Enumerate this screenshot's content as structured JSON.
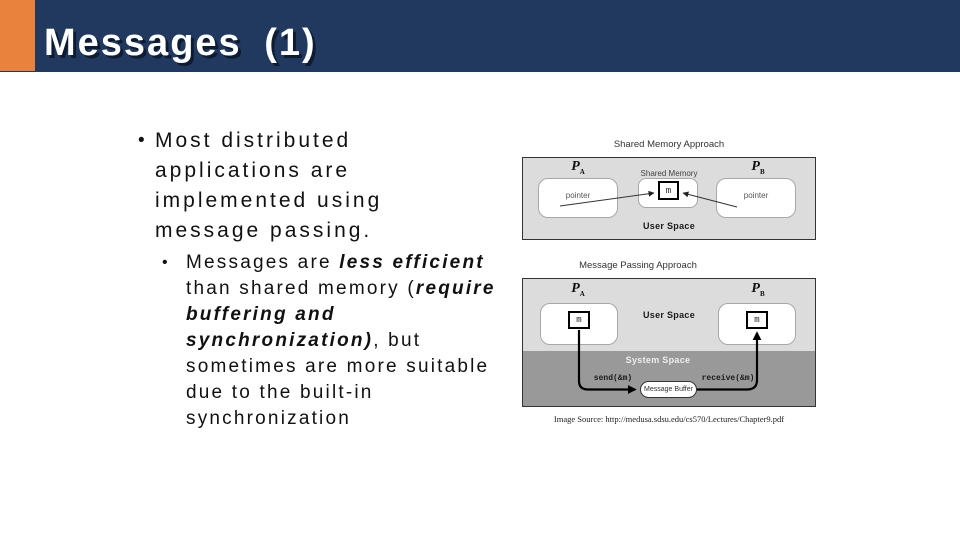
{
  "slide": {
    "title": "Messages (1)"
  },
  "content": {
    "main_bullet": {
      "marker": "•",
      "lines": [
        "Most distributed",
        "applications are",
        "implemented using",
        "message passing."
      ]
    },
    "sub_bullet": {
      "marker": "•",
      "lines": [
        [
          {
            "text": "Messages are ",
            "em": false
          },
          {
            "text": "less efficient",
            "em": true
          }
        ],
        [
          {
            "text": "than shared memory (",
            "em": false
          },
          {
            "text": "require",
            "em": true
          }
        ],
        [
          {
            "text": "buffering and",
            "em": true
          }
        ],
        [
          {
            "text": "synchronization)",
            "em": true
          },
          {
            "text": ", but",
            "em": false
          }
        ],
        [
          {
            "text": "sometimes are more suitable",
            "em": false
          }
        ],
        [
          {
            "text": "due to the built-in",
            "em": false
          }
        ],
        [
          {
            "text": "synchronization",
            "em": false
          }
        ]
      ]
    }
  },
  "figure": {
    "process_letter": "P",
    "process_a_sub": "A",
    "process_b_sub": "B",
    "memory_cell": "m",
    "top_diagram": {
      "title": "Shared Memory Approach",
      "pointer_label": "pointer",
      "shared_memory_label": "Shared Memory",
      "user_space_label": "User Space"
    },
    "bottom_diagram": {
      "title": "Message Passing Approach",
      "user_space_label": "User Space",
      "system_space_label": "System Space",
      "send_label": "send(&m)",
      "receive_label": "receive(&m)",
      "buffer_label": "Message Buffer"
    },
    "source_caption": "Image Source: http://medusa.sdsu.edu/cs570/Lectures/Chapter9.pdf"
  },
  "colors": {
    "header_bar": "#21395E",
    "accent": "#E8823C",
    "title_text": "#FFFFFF",
    "body_text": "#111111",
    "diagram_light_gray": "#DCDCDC",
    "diagram_dark_gray": "#999999"
  }
}
